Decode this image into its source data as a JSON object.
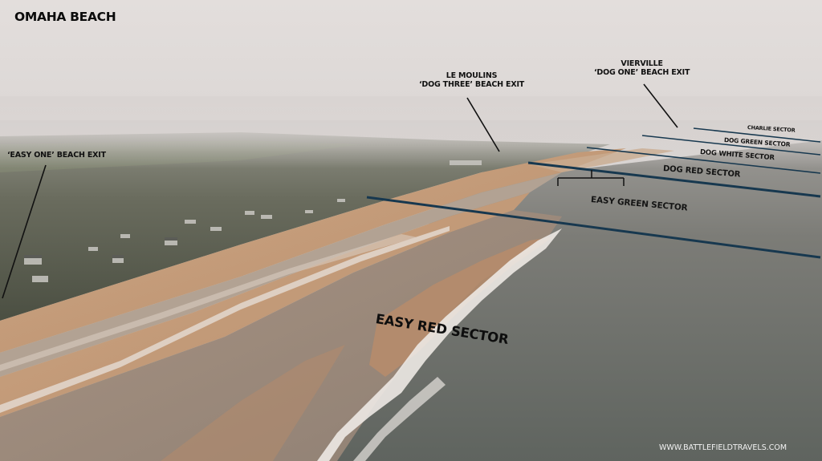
{
  "title": "OMAHA BEACH",
  "exits": [
    {
      "id": "le-moulins",
      "line1": "LE MOULINS",
      "line2": "‘DOG THREE’ BEACH EXIT"
    },
    {
      "id": "vierville",
      "line1": "VIERVILLE",
      "line2": "‘DOG ONE’ BEACH EXIT"
    },
    {
      "id": "easy-one",
      "line1": "‘EASY ONE’ BEACH EXIT"
    }
  ],
  "sectors": [
    {
      "id": "charlie",
      "label": "CHARLIE SECTOR"
    },
    {
      "id": "dog-green",
      "label": "DOG GREEN SECTOR"
    },
    {
      "id": "dog-white",
      "label": "DOG WHITE SECTOR"
    },
    {
      "id": "dog-red",
      "label": "DOG RED SECTOR"
    },
    {
      "id": "easy-green",
      "label": "EASY GREEN SECTOR"
    },
    {
      "id": "easy-red",
      "label": "EASY RED SECTOR"
    }
  ],
  "watermark": "WWW.BATTLEFIELDTRAVELS.COM",
  "colors": {
    "sky": "#d9d4d2",
    "sand": "#c39a77",
    "sea": "#6e706c",
    "sector_line": "#17384f",
    "pointer_line": "#111111",
    "text": "#111111",
    "watermark": "#f2f2f2"
  }
}
